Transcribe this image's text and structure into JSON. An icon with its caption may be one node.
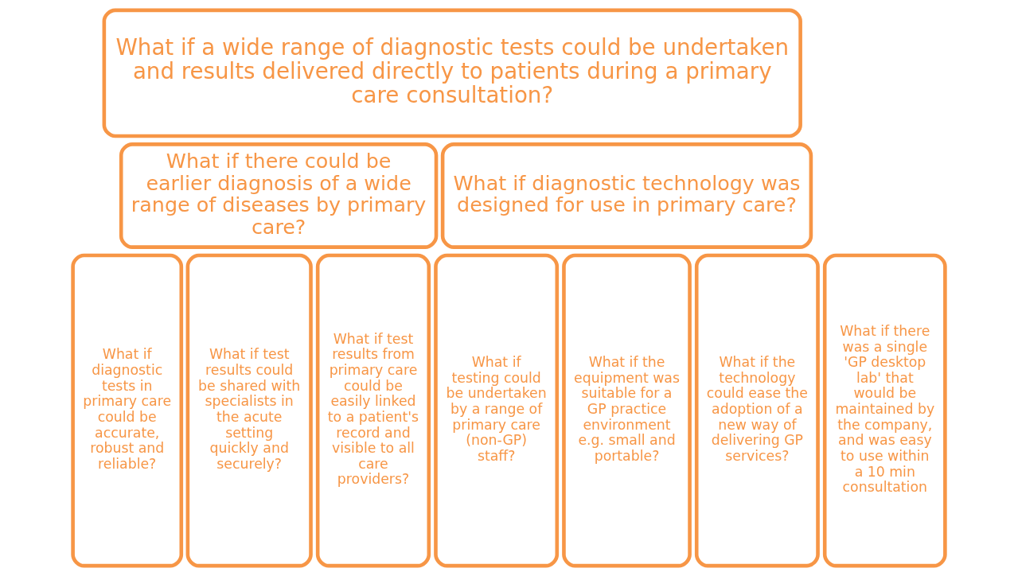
{
  "diagram": {
    "nodes": [
      {
        "text": [
          "What if a wide range of diagnostic tests could be undertaken and results delivered directly to patients during a primary care consultation?"
        ]
      },
      {
        "text": [
          "What if there could be earlier diagnosis of a wide range of diseases by primary care?"
        ]
      },
      {
        "text": [
          "What if diagnostic technology was designed for use in primary care?"
        ]
      },
      {
        "text": [
          "What if diagnostic tests in primary care could be accurate, robust and reliable?"
        ]
      },
      {
        "text": [
          "What if test results could be shared with specialists in the acute setting quickly and securely?"
        ]
      },
      {
        "text": [
          "What if test results from primary care could be easily linked to a patient's record and visible to all care providers?"
        ]
      },
      {
        "text": [
          "What if testing could be undertaken by a range of primary care (non-GP) staff?"
        ]
      },
      {
        "text": [
          "What if the equipment was suitable for a GP practice environment e.g. small and portable?"
        ]
      },
      {
        "text": [
          "What if the technology could ease the adoption of a new way of delivering GP services?"
        ]
      },
      {
        "text": [
          "What if there was a single 'GP desktop lab' that would be maintained by the company, and was easy to use within a 10 min consultation"
        ]
      }
    ]
  }
}
